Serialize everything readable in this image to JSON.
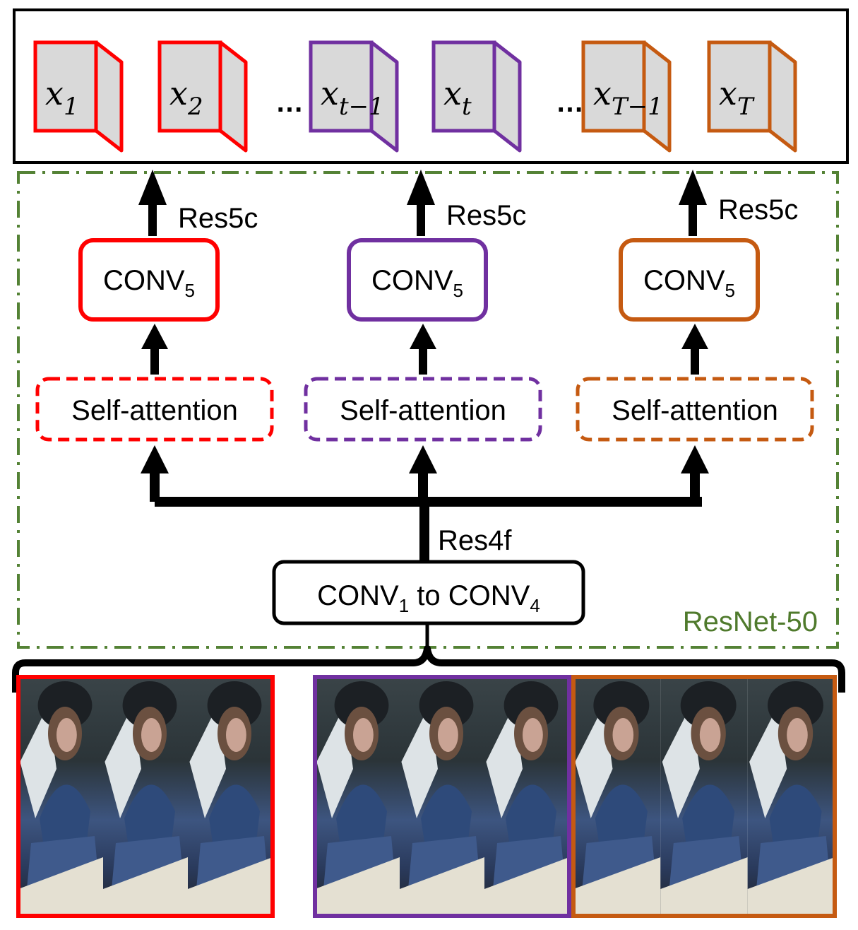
{
  "colors": {
    "red": "#ff0000",
    "purple": "#7030a0",
    "orange": "#c55a11",
    "green": "#548235",
    "cube_top": "#a6a6a6",
    "cube_face": "#d9d9d9"
  },
  "features": [
    {
      "base": "x",
      "sub": "1",
      "color": "red"
    },
    {
      "base": "x",
      "sub": "2",
      "color": "red"
    },
    {
      "base": "x",
      "sub": "t−1",
      "color": "purple"
    },
    {
      "base": "x",
      "sub": "t",
      "color": "purple"
    },
    {
      "base": "x",
      "sub": "T−1",
      "color": "orange"
    },
    {
      "base": "x",
      "sub": "T",
      "color": "orange"
    }
  ],
  "ellipsis": "…",
  "branches": [
    {
      "output_label": "Res5c",
      "conv_label": "CONV",
      "conv_sub": "5",
      "attention_label": "Self-attention",
      "color": "red"
    },
    {
      "output_label": "Res5c",
      "conv_label": "CONV",
      "conv_sub": "5",
      "attention_label": "Self-attention",
      "color": "purple"
    },
    {
      "output_label": "Res5c",
      "conv_label": "CONV",
      "conv_sub": "5",
      "attention_label": "Self-attention",
      "color": "orange"
    }
  ],
  "shared": {
    "feature_label": "Res4f",
    "block_prefix": "CONV",
    "block_sub1": "1",
    "block_middle": " to CONV",
    "block_sub2": "4"
  },
  "backbone_label": "ResNet-50",
  "frame_groups": [
    {
      "color": "red",
      "frames": 3
    },
    {
      "color": "purple",
      "frames": 3
    },
    {
      "color": "orange",
      "frames": 3
    }
  ]
}
